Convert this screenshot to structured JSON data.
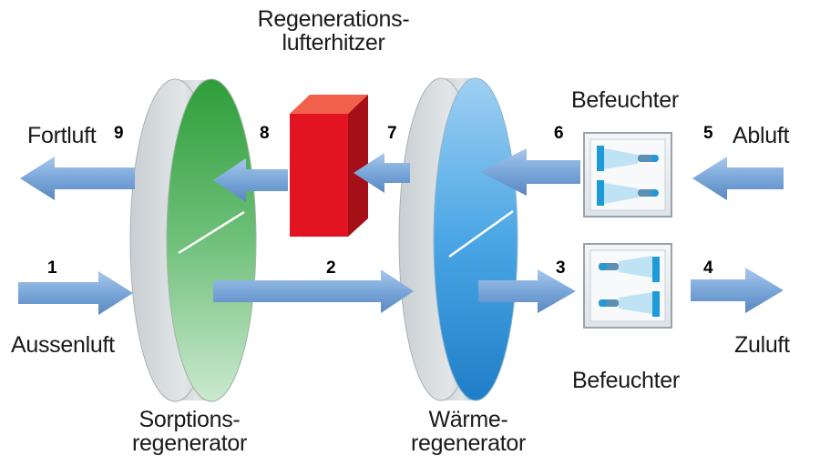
{
  "labels": {
    "heater_line1": "Regenerations-",
    "heater_line2": "lufterhitzer",
    "humidifier_top": "Befeuchter",
    "humidifier_bottom": "Befeuchter",
    "exhaust_out": "Fortluft",
    "exhaust_in": "Abluft",
    "outside_air": "Aussenluft",
    "supply_air": "Zuluft",
    "sorption_line1": "Sorptions-",
    "sorption_line2": "regenerator",
    "heat_line1": "Wärme-",
    "heat_line2": "regenerator"
  },
  "numbers": {
    "n1": "1",
    "n2": "2",
    "n3": "3",
    "n4": "4",
    "n5": "5",
    "n6": "6",
    "n7": "7",
    "n8": "8",
    "n9": "9"
  },
  "colors": {
    "arrow": "#7aa7d9",
    "sorption_wheel": "#3aa542",
    "heat_wheel": "#2f8fd8",
    "heater": "#e31421",
    "wheel_rim": "#d8dde0"
  }
}
